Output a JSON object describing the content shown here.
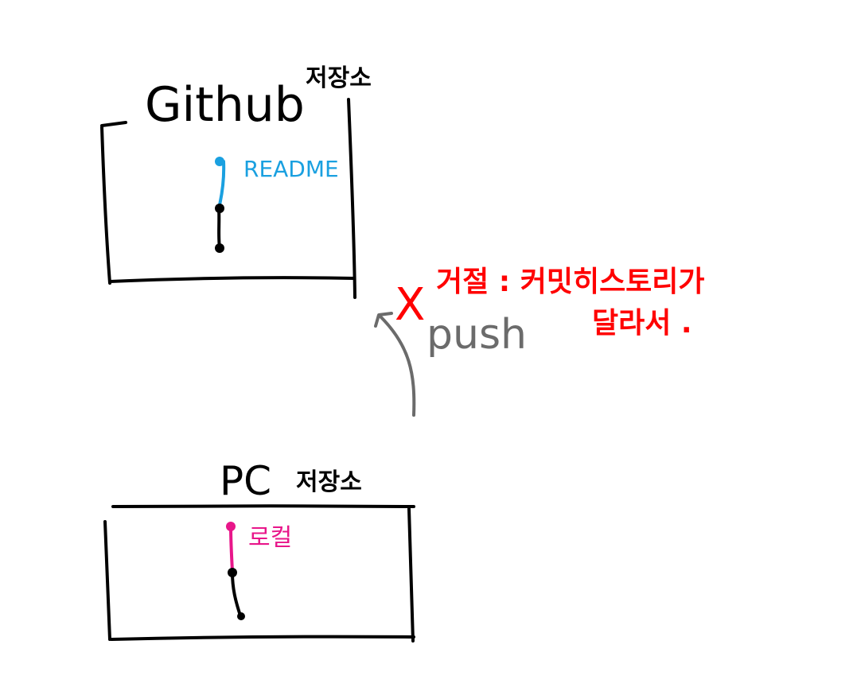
{
  "colors": {
    "ink": "#000000",
    "remote_branch": "#1aa0e0",
    "local_branch": "#e8168a",
    "push_arrow": "#6b6b6b",
    "rejected": "#ff0000"
  },
  "remote": {
    "title": "Github",
    "subtitle": "저장소",
    "branch_label": "README",
    "commit_count": 3
  },
  "local": {
    "title": "PC",
    "subtitle": "저장소",
    "branch_label": "로컬",
    "commit_count": 3
  },
  "push": {
    "label": "push",
    "icon": "curved-up-arrow"
  },
  "rejection": {
    "mark": "X",
    "line1": "거절 : 커밋히스토리가",
    "line2": "달라서 ."
  }
}
